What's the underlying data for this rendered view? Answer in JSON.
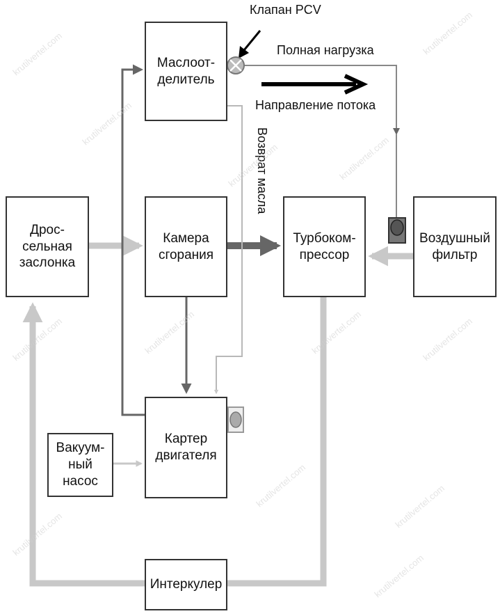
{
  "boxes": {
    "oil_separator": "Маслоот-\nделитель",
    "throttle": "Дрос-\nсельная\nзаслонка",
    "combustion_chamber": "Камера\nсгорания",
    "turbocharger": "Турбоком-\nпрессор",
    "air_filter": "Воздушный\nфильтр",
    "vacuum_pump": "Вакуум-\nный\nнасос",
    "crankcase": "Картер\nдвигателя",
    "intercooler": "Интеркулер"
  },
  "labels": {
    "pcv_valve": "Клапан PCV",
    "full_load": "Полная нагрузка",
    "flow_direction": "Направление потока",
    "oil_return": "Возврат масла"
  },
  "watermark": "krutilvertel.com",
  "colors": {
    "box_border": "#333333",
    "dark_line": "#666666",
    "light_line": "#c8c8c8",
    "flow_arrow": "#000000"
  }
}
